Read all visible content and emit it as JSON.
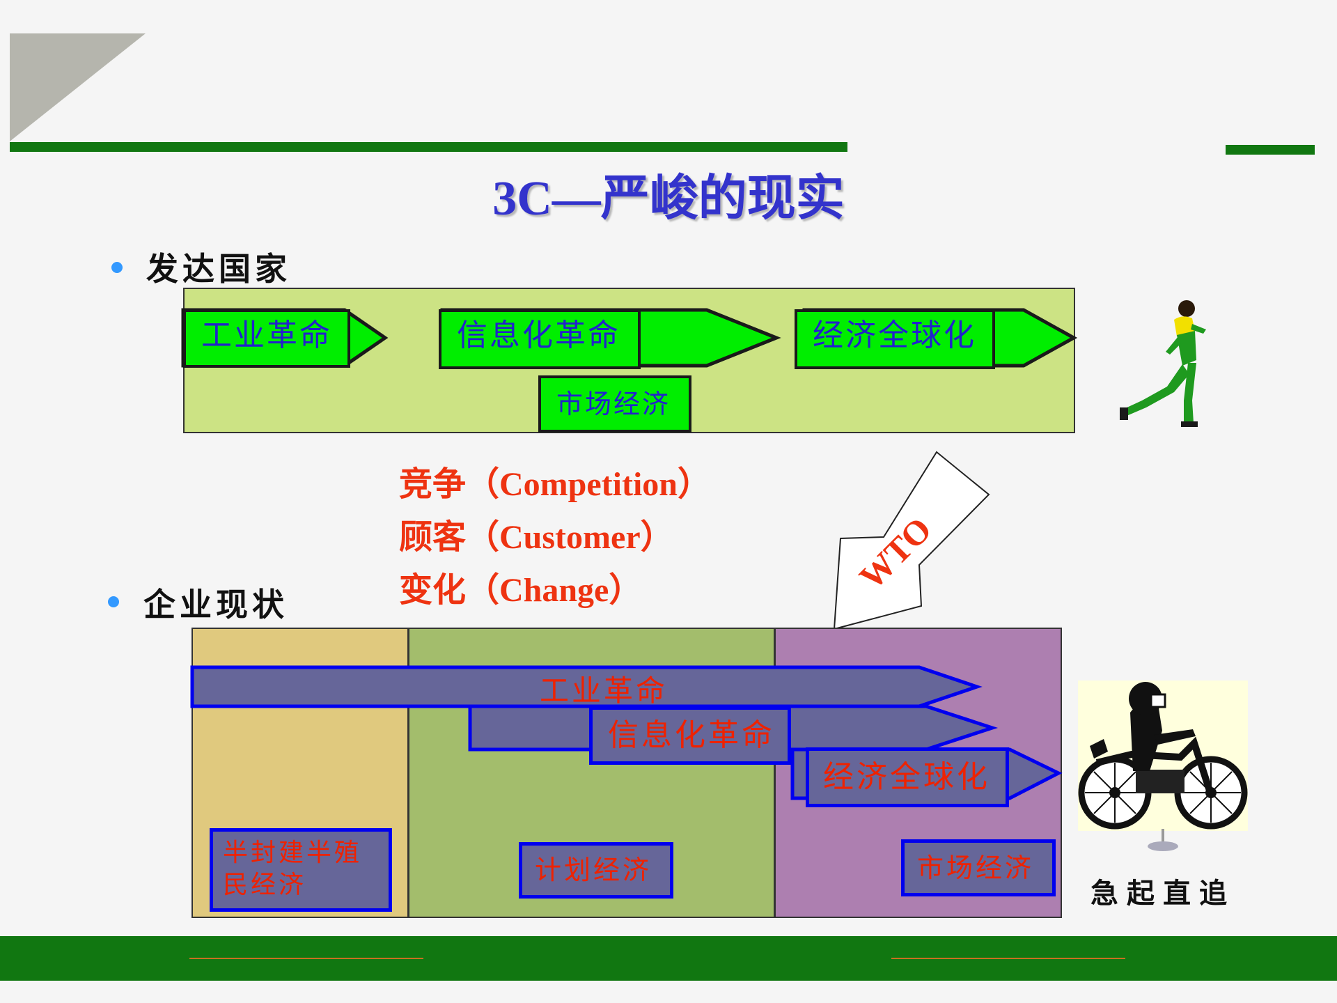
{
  "slide": {
    "title": "3C—严峻的现实",
    "section_developed": "发达国家",
    "section_enterprise": "企业现状",
    "developed_stages": [
      "工业革命",
      "信息化革命",
      "经济全球化"
    ],
    "developed_market": "市场经济",
    "three_c": [
      "竞争（Competition）",
      "顾客（Customer）",
      "变化（Change）"
    ],
    "wto_label": "WTO",
    "enterprise_arrows": [
      "工业革命",
      "信息化革命",
      "经济全球化"
    ],
    "enterprise_eras": [
      "半封建半殖民经济",
      "计划经济",
      "市场经济"
    ],
    "catch_up": "急起直追"
  },
  "colors": {
    "title": "#3333cc",
    "dark_green": "#117711",
    "stage_green": "#00ee00",
    "panel_green": "#cce384",
    "accent_red": "#ee3311",
    "tan": "#e0c97e",
    "olive": "#a3bd6c",
    "purple": "#ad7fb0",
    "slate": "#666699",
    "border_blue": "#0000ee"
  }
}
